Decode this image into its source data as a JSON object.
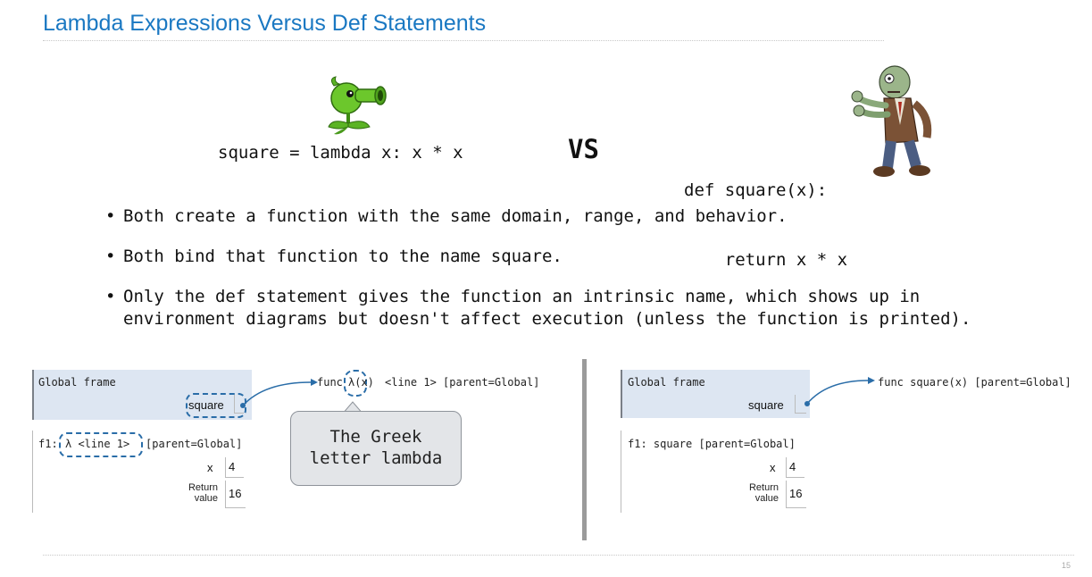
{
  "title": "Lambda Expressions Versus Def Statements",
  "comparison": {
    "lambda_code": "square = lambda x: x * x",
    "vs_label": "VS",
    "def_line1": "def square(x):",
    "def_line2": "    return x * x"
  },
  "bullets": [
    "Both create a function with the same domain, range, and behavior.",
    "Both bind that function to the name square.",
    "Only the def statement gives the function an intrinsic name, which shows up in",
    "environment diagrams but doesn't affect execution (unless the function is printed)."
  ],
  "bullet_symbol": "•",
  "left_diagram": {
    "global_frame_label": "Global frame",
    "binding_name": "square",
    "func_prefix": "func",
    "func_lambda": "λ(x)",
    "func_suffix": "<line 1> [parent=Global]",
    "f1_prefix": "f1:",
    "f1_lambda": "λ <line 1>",
    "f1_suffix": "[parent=Global]",
    "var_x": "x",
    "val_x": "4",
    "return_label_1": "Return",
    "return_label_2": "value",
    "return_value": "16"
  },
  "callout": {
    "line1": "The Greek",
    "line2": "letter lambda"
  },
  "right_diagram": {
    "global_frame_label": "Global frame",
    "binding_name": "square",
    "func_text": "func square(x) [parent=Global]",
    "f1_text": "f1: square [parent=Global]",
    "var_x": "x",
    "val_x": "4",
    "return_label_1": "Return",
    "return_label_2": "value",
    "return_value": "16"
  },
  "page_number": "15",
  "colors": {
    "title": "#1a78c2",
    "frame_bg": "#dde6f2",
    "arrow": "#2a6da8"
  },
  "images": {
    "left": "peashooter-plant-icon",
    "right": "zombie-icon"
  }
}
